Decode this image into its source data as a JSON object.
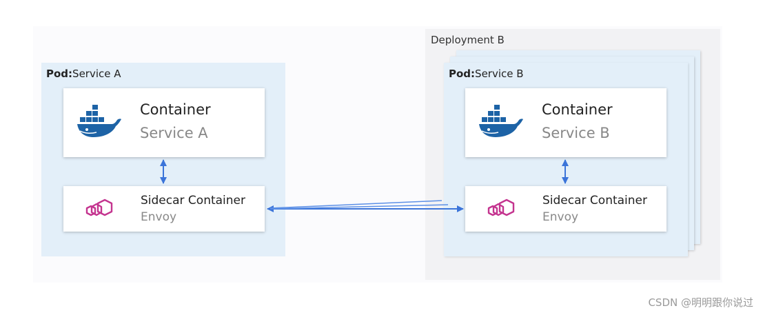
{
  "deployment": {
    "title": "Deployment B"
  },
  "pods": [
    {
      "label_bold": "Pod:",
      "label_rest": "Service A",
      "container": {
        "title": "Container",
        "subtitle": "Service A",
        "icon": "docker-whale-icon"
      },
      "sidecar": {
        "title": "Sidecar Container",
        "subtitle": "Envoy",
        "icon": "envoy-icon"
      }
    },
    {
      "label_bold": "Pod:",
      "label_rest": "Service B",
      "container": {
        "title": "Container",
        "subtitle": "Service B",
        "icon": "docker-whale-icon"
      },
      "sidecar": {
        "title": "Sidecar Container",
        "subtitle": "Envoy",
        "icon": "envoy-icon"
      }
    }
  ],
  "colors": {
    "pod_bg": "#e3eff9",
    "arrow": "#3b74d9",
    "docker": "#1d63a6",
    "envoy": "#c4348f"
  },
  "watermark": "CSDN @明明跟你说过"
}
